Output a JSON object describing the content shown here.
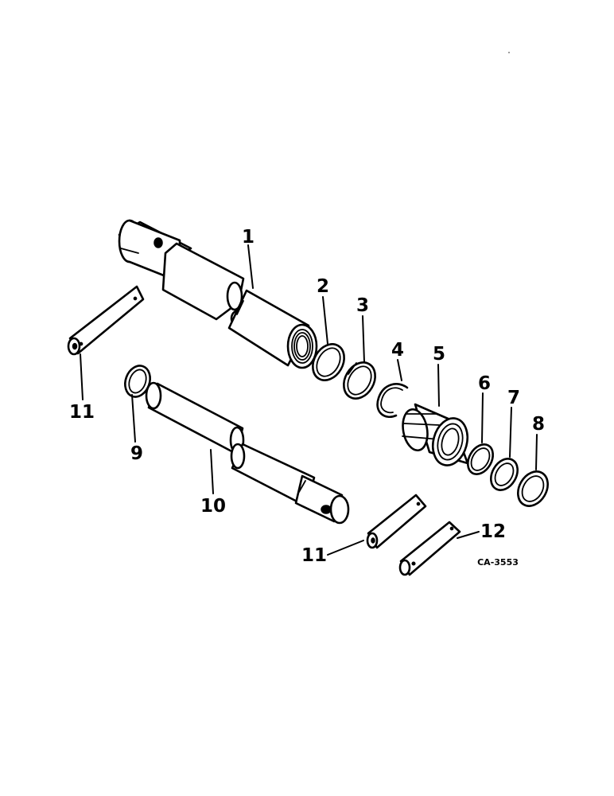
{
  "callouts": {
    "c1": "1",
    "c2": "2",
    "c3": "3",
    "c4": "4",
    "c5": "5",
    "c6": "6",
    "c7": "7",
    "c8": "8",
    "c9": "9",
    "c10": "10",
    "c11a": "11",
    "c11b": "11",
    "c12": "12"
  },
  "figure_code": "CA-3553"
}
